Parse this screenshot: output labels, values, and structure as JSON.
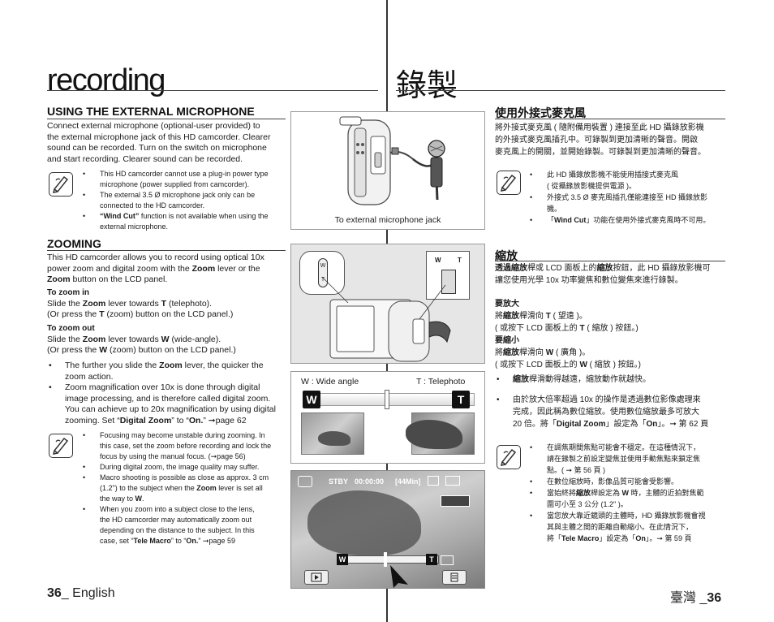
{
  "titles": {
    "en": "recording",
    "zh": "錄製"
  },
  "en": {
    "ext_mic": {
      "heading": "USING THE EXTERNAL MICROPHONE",
      "body": [
        "Connect external microphone (optional-user provided) to",
        "the external microphone jack of this HD camcorder. Clearer",
        "sound can be recorded. Turn on the switch on microphone",
        "and start recording. Clearer sound can be recorded."
      ],
      "notes": [
        [
          "This HD camcorder cannot use a plug-in power type",
          "microphone (power supplied from camcorder)."
        ],
        [
          "The external 3.5 Ø microphone jack only can be",
          "connected to the HD camcorder."
        ],
        {
          "b": "“Wind Cut”",
          "t": " function is not available when using the",
          "t2": "external microphone."
        }
      ]
    },
    "zooming": {
      "heading": "ZOOMING",
      "intro": {
        "l1": "This HD camcorder allows you to record using optical 10x",
        "l2a": "power zoom and digital zoom with the ",
        "l2b": "Zoom",
        "l2c": " lever or the",
        "l3a": "Zoom",
        "l3b": " button on the LCD panel."
      },
      "zoom_in": {
        "h": "To zoom in",
        "a1": "Slide the ",
        "a2": "Zoom",
        "a3": " lever towards ",
        "a4": "T",
        "a5": " (telephoto).",
        "b1": "(Or press the ",
        "b2": "T",
        "b3": " (zoom) button on the LCD panel.)"
      },
      "zoom_out": {
        "h": "To zoom out",
        "a1": "Slide the ",
        "a2": "Zoom",
        "a3": " lever towards ",
        "a4": "W",
        "a5": " (wide-angle).",
        "b1": "(Or press the ",
        "b2": "W",
        "b3": " (zoom) button on the LCD panel.)"
      },
      "bullets": {
        "b1a": "The further you slide the ",
        "b1b": "Zoom",
        "b1c": " lever, the quicker the",
        "b1d": "zoom action.",
        "b2a": "Zoom magnification over 10x is done through digital",
        "b2b": "image processing, and is therefore called digital zoom.",
        "b2c": "You can achieve up to 20x magnification by using digital",
        "b2d": "zooming. Set “",
        "b2e": "Digital Zoom",
        "b2f": "” to “",
        "b2g": "On.",
        "b2h": "” ➞page 62"
      },
      "notes": {
        "n1a": "Focusing may become unstable during zooming. In",
        "n1b": "this case, set the zoom before recording and lock the",
        "n1c": "focus by using the manual focus. (➞page 56)",
        "n2": "During digital zoom, the image quality may suffer.",
        "n3a": "Macro shooting is possible as close as approx. 3 cm",
        "n3b": "(1.2\") to the subject when the ",
        "n3c": "Zoom",
        "n3d": " lever is set all",
        "n3e": "the way to ",
        "n3f": "W",
        "n3g": ".",
        "n4a": "When you zoom into a subject close to the lens,",
        "n4b": "the HD camcorder may automatically zoom out",
        "n4c": "depending on the distance to the subject. In this",
        "n4d": "case, set “",
        "n4e": "Tele Macro",
        "n4f": "” to “",
        "n4g": "On.",
        "n4h": "” ➞page 59"
      }
    }
  },
  "figures": {
    "mic_caption": "To external microphone jack",
    "wide_label": "W : Wide angle",
    "tele_label": "T : Telephoto",
    "lever_w": "W",
    "lever_t": "T",
    "osd": {
      "stby": "STBY",
      "time": "00:00:00",
      "remain": "[44Min]",
      "zoom_w": "W",
      "zoom_t": "T"
    }
  },
  "zh": {
    "ext_mic": {
      "heading": "使用外接式麥克風",
      "body": [
        "將外接式麥克風 ( 隨附備用裝置 ) 連接至此 HD 攝錄放影機",
        "的外接式麥克風插孔中。可錄製到更加清晰的聲音。開啟",
        "麥克風上的開關，並開始錄製。可錄製到更加清晰的聲音。"
      ],
      "notes": {
        "n1a": "此 HD 攝錄放影機不能使用插接式麥克風",
        "n1b": "( 從攝錄放影機提供電源 )。",
        "n2a": "外接式 3.5 Ø 麥克風插孔僅能連接至 HD 攝錄放影",
        "n2b": "機。",
        "n3a": "「",
        "n3b": "Wind Cut",
        "n3c": "」功能在使用外接式麥克風時不可用。"
      }
    },
    "zooming": {
      "heading": "縮放",
      "intro": {
        "a": "透過縮放",
        "b": "桿或 LCD 面板上的",
        "c": "縮放",
        "d": "按鈕，此 HD 攝錄放影機可",
        "l2": "讓您使用光學 10x 功率變焦和數位變焦來進行錄製。"
      },
      "zoom_in": {
        "h": "要放大",
        "a1": "將",
        "a2": "縮放",
        "a3": "桿滑向 ",
        "a4": "T",
        "a5": " ( 望遠 )。",
        "b1": "( 或按下 LCD 面板上的 ",
        "b2": "T",
        "b3": " ( 縮放 ) 按鈕。)"
      },
      "zoom_out": {
        "h": "要縮小",
        "a1": "將",
        "a2": "縮放",
        "a3": "桿滑向 ",
        "a4": "W",
        "a5": " ( 廣角 )。",
        "b1": "( 或按下 LCD 面板上的 ",
        "b2": "W",
        "b3": " ( 縮放 ) 按鈕。)"
      },
      "bullets": {
        "b1a": "縮放",
        "b1b": "桿滑動得越遠，縮放動作就越快。",
        "b2a": "由於放大倍率超過 10x 的操作是透過數位影像處理來",
        "b2b": "完成，因此稱為數位縮放。使用數位縮放最多可放大",
        "b2c": "20 倍。將「",
        "b2d": "Digital Zoom",
        "b2e": "」設定為「",
        "b2f": "On",
        "b2g": "」。➞ 第 62 頁"
      },
      "notes": {
        "n1a": "在調焦期間焦點可能會不穩定。在這種情況下，",
        "n1b": "請在錄製之前設定變焦並使用手動焦點來鎖定焦",
        "n1c": "點。( ➞ 第 56 頁 )",
        "n2": "在數位縮放時，影像品質可能會受影響。",
        "n3a": "當始終將",
        "n3b": "縮放",
        "n3c": "桿設定為 ",
        "n3d": "W",
        "n3e": " 時，主體的近拍對焦範",
        "n3f": "圍可小至 3 公分 (1.2\" )。",
        "n4a": "當您放大靠近鏡頭的主體時，HD 攝錄放影機會視",
        "n4b": "其與主體之間的距離自動縮小。在此情況下，",
        "n4c": "將「",
        "n4d": "Tele Macro",
        "n4e": "」設定為「",
        "n4f": "On",
        "n4g": "」。➞ 第 59 頁"
      }
    }
  },
  "footer": {
    "left_num": "36",
    "left_word": "_ English",
    "right_word": "臺灣 _",
    "right_num": "36"
  }
}
